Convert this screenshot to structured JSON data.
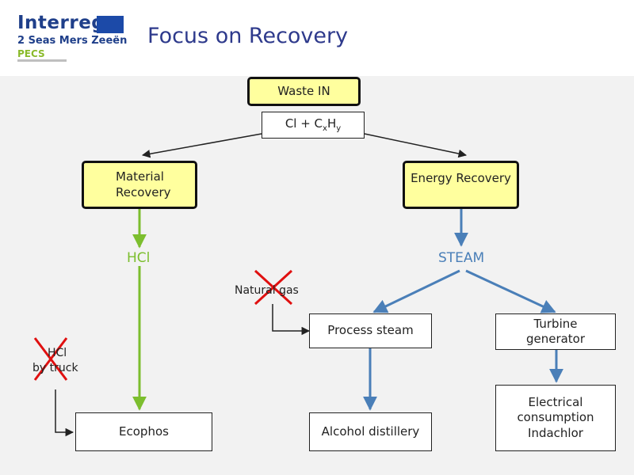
{
  "header": {
    "logo": {
      "brand": "Interreg",
      "program": "2 Seas Mers Zeeën",
      "project": "PECS"
    },
    "title": "Focus on Recovery"
  },
  "diagram": {
    "waste_in": "Waste IN",
    "composition": {
      "prefix": "Cl + C",
      "sub1": "x",
      "mid": "H",
      "sub2": "y"
    },
    "material_recovery": "Material Recovery",
    "energy_recovery": "Energy Recovery",
    "hcl": "HCl",
    "steam": "STEAM",
    "natural_gas": "Natural gas",
    "hcl_by_truck_line1": "HCl",
    "hcl_by_truck_line2": "by truck",
    "process_steam": "Process steam",
    "turbine_generator": "Turbine generator",
    "ecophos": "Ecophos",
    "alcohol_distillery": "Alcohol distillery",
    "electrical_consumption": "Electrical consumption Indachlor"
  },
  "colors": {
    "green": "#7cbe2e",
    "blue": "#4a7fb8",
    "cross": "#e01010",
    "yellow_box": "#ffff9e"
  }
}
